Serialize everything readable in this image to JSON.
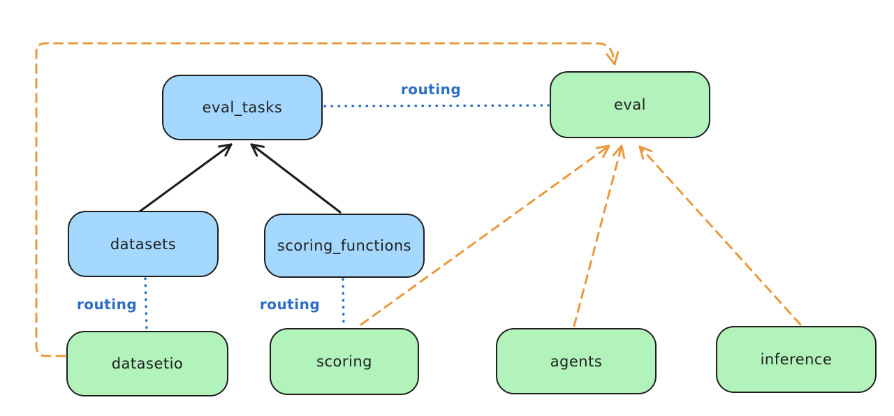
{
  "diagram": {
    "type": "architecture-graph",
    "nodes": [
      {
        "id": "eval_tasks",
        "label": "eval_tasks",
        "fill": "blue"
      },
      {
        "id": "eval",
        "label": "eval",
        "fill": "green"
      },
      {
        "id": "datasets",
        "label": "datasets",
        "fill": "blue"
      },
      {
        "id": "scoring_functions",
        "label": "scoring_functions",
        "fill": "blue"
      },
      {
        "id": "datasetio",
        "label": "datasetio",
        "fill": "green"
      },
      {
        "id": "scoring",
        "label": "scoring",
        "fill": "green"
      },
      {
        "id": "agents",
        "label": "agents",
        "fill": "green"
      },
      {
        "id": "inference",
        "label": "inference",
        "fill": "green"
      }
    ],
    "edges": [
      {
        "from": "datasets",
        "to": "eval_tasks",
        "style": "solid",
        "color": "black",
        "label": ""
      },
      {
        "from": "scoring_functions",
        "to": "eval_tasks",
        "style": "solid",
        "color": "black",
        "label": ""
      },
      {
        "from": "eval_tasks",
        "to": "eval",
        "style": "dotted",
        "color": "blue",
        "label": "routing"
      },
      {
        "from": "datasets",
        "to": "datasetio",
        "style": "dotted",
        "color": "blue",
        "label": "routing"
      },
      {
        "from": "scoring_functions",
        "to": "scoring",
        "style": "dotted",
        "color": "blue",
        "label": "routing"
      },
      {
        "from": "datasetio",
        "to": "eval",
        "style": "dashed",
        "color": "orange",
        "label": ""
      },
      {
        "from": "scoring",
        "to": "eval",
        "style": "dashed",
        "color": "orange",
        "label": ""
      },
      {
        "from": "agents",
        "to": "eval",
        "style": "dashed",
        "color": "orange",
        "label": ""
      },
      {
        "from": "inference",
        "to": "eval",
        "style": "dashed",
        "color": "orange",
        "label": ""
      }
    ],
    "colors": {
      "blue_fill": "#a5d8ff",
      "green_fill": "#b2f2bb",
      "node_stroke": "#1e1e1e",
      "orange_edge": "#e8993d",
      "blue_edge": "#2d6ec5",
      "label_text": "#1e1e1e"
    }
  }
}
